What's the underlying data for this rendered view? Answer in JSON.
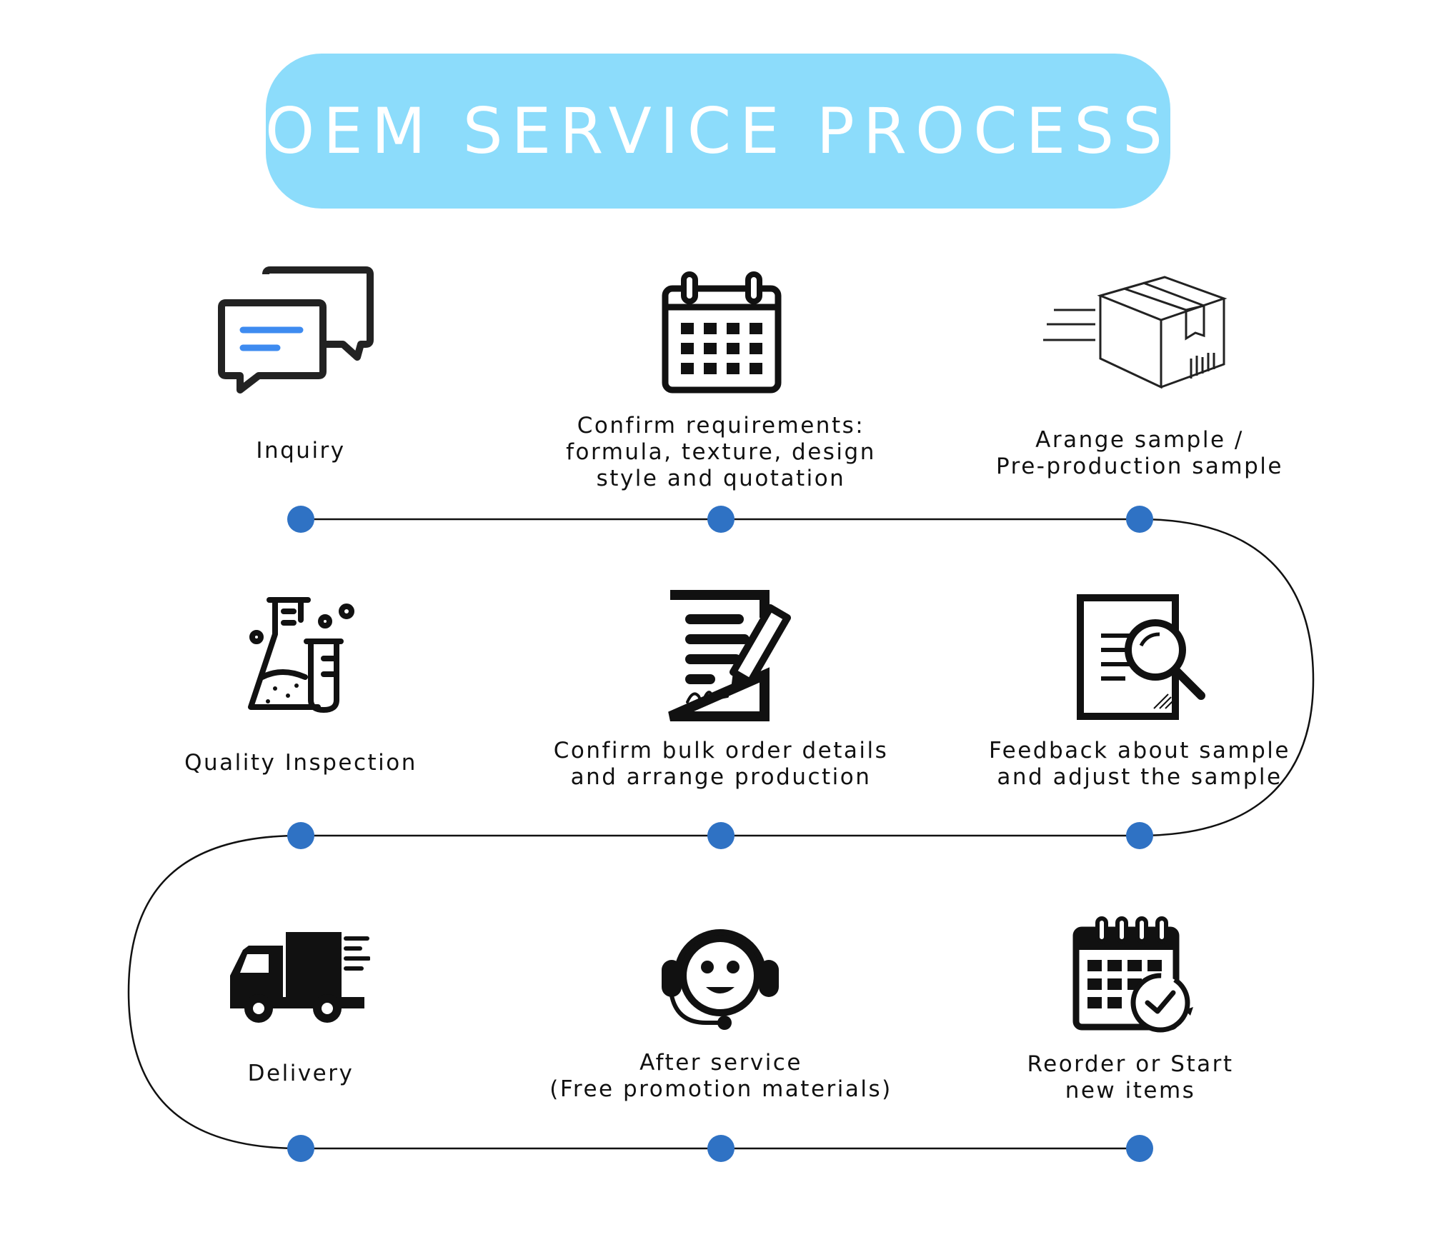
{
  "title": "OEM SERVICE PROCESS",
  "colors": {
    "banner": "#8cdcfb",
    "dot": "#2f72c4",
    "accent": "#3e8bf0",
    "ink": "#111111"
  },
  "steps": [
    {
      "icon": "chat-bubbles-icon",
      "lines": [
        "Inquiry"
      ]
    },
    {
      "icon": "calendar-icon",
      "lines": [
        "Confirm requirements:",
        "formula, texture, design",
        "style and quotation"
      ]
    },
    {
      "icon": "package-box-icon",
      "lines": [
        "Arange sample /",
        "Pre-production sample"
      ]
    },
    {
      "icon": "document-search-icon",
      "lines": [
        "Feedback about sample",
        "and adjust the sample"
      ]
    },
    {
      "icon": "document-signature-icon",
      "lines": [
        "Confirm bulk order details",
        "and arrange production"
      ]
    },
    {
      "icon": "lab-flasks-icon",
      "lines": [
        "Quality Inspection"
      ]
    },
    {
      "icon": "delivery-truck-icon",
      "lines": [
        "Delivery"
      ]
    },
    {
      "icon": "headset-support-icon",
      "lines": [
        "After service",
        "(Free promotion materials)"
      ]
    },
    {
      "icon": "calendar-clock-icon",
      "lines": [
        "Reorder or Start",
        "new items"
      ]
    }
  ]
}
